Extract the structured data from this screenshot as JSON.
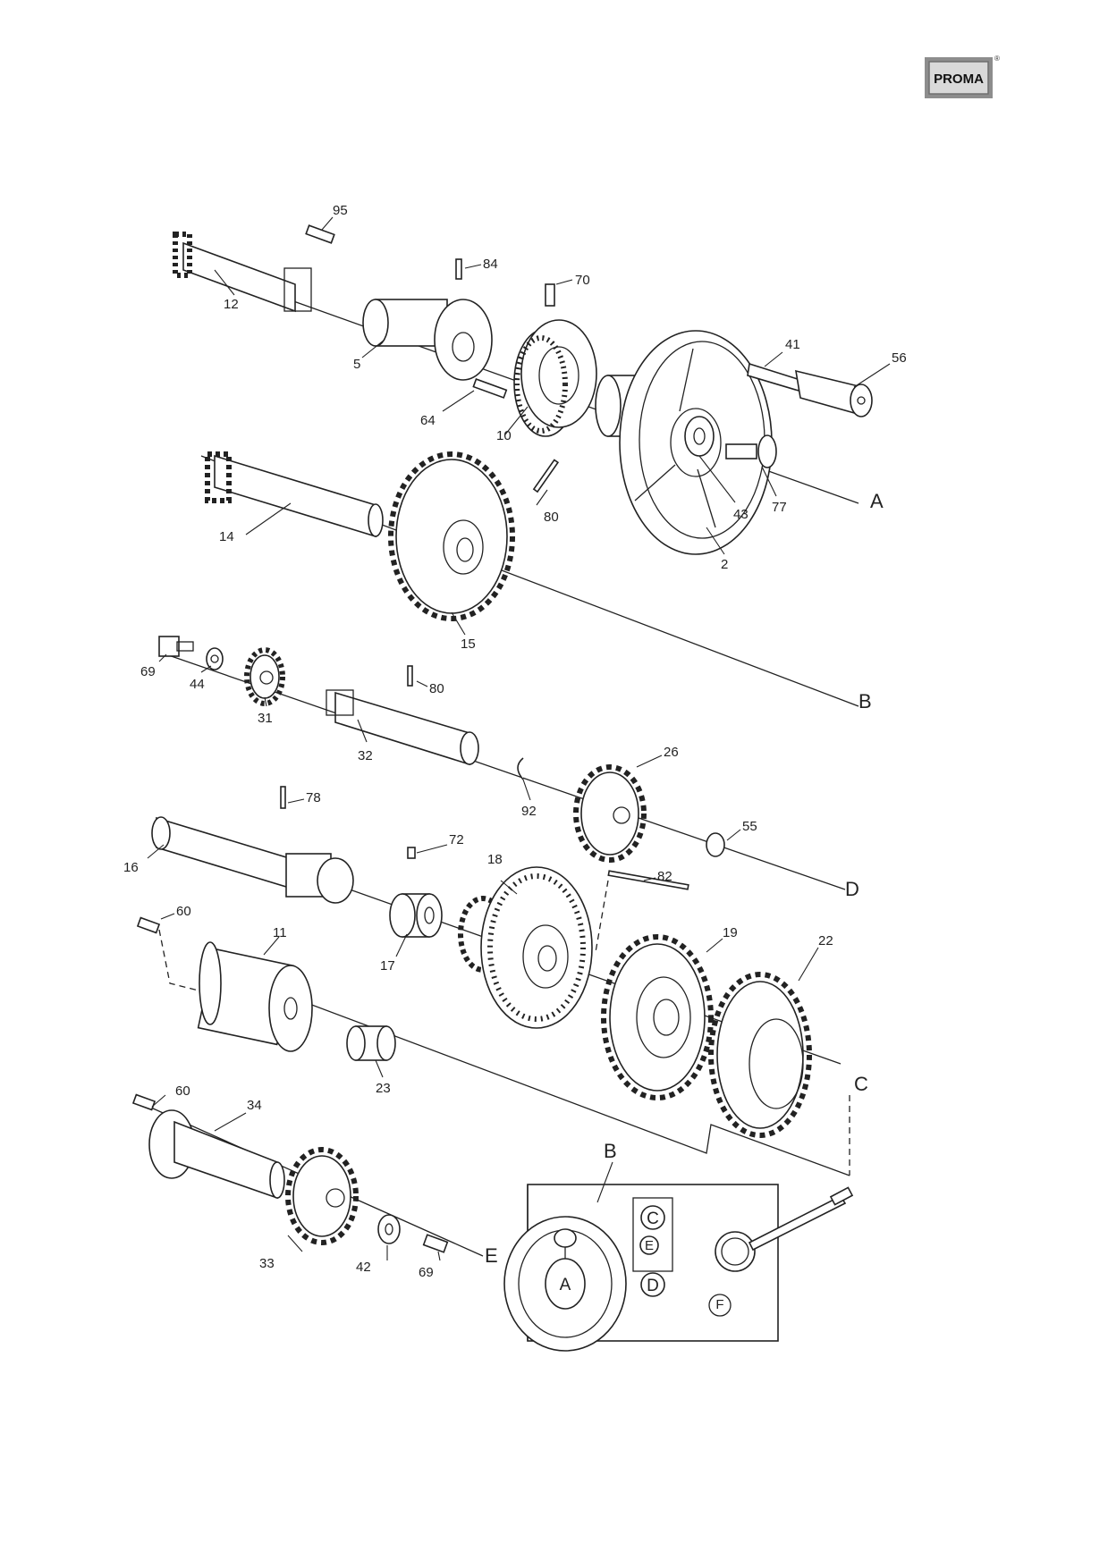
{
  "logo": {
    "text": "PROMA",
    "mark": "®"
  },
  "part_labels": [
    {
      "id": "p95",
      "text": "95"
    },
    {
      "id": "p84",
      "text": "84"
    },
    {
      "id": "p70",
      "text": "70"
    },
    {
      "id": "p41",
      "text": "41"
    },
    {
      "id": "p56",
      "text": "56"
    },
    {
      "id": "p12",
      "text": "12"
    },
    {
      "id": "p5",
      "text": "5"
    },
    {
      "id": "p64",
      "text": "64"
    },
    {
      "id": "p10",
      "text": "10"
    },
    {
      "id": "p43",
      "text": "43"
    },
    {
      "id": "p77",
      "text": "77"
    },
    {
      "id": "p2",
      "text": "2"
    },
    {
      "id": "p80a",
      "text": "80"
    },
    {
      "id": "p14",
      "text": "14"
    },
    {
      "id": "p15",
      "text": "15"
    },
    {
      "id": "p69a",
      "text": "69"
    },
    {
      "id": "p44",
      "text": "44"
    },
    {
      "id": "p31",
      "text": "31"
    },
    {
      "id": "p80b",
      "text": "80"
    },
    {
      "id": "p32",
      "text": "32"
    },
    {
      "id": "p92",
      "text": "92"
    },
    {
      "id": "p26",
      "text": "26"
    },
    {
      "id": "p55",
      "text": "55"
    },
    {
      "id": "p78",
      "text": "78"
    },
    {
      "id": "p16",
      "text": "16"
    },
    {
      "id": "p72",
      "text": "72"
    },
    {
      "id": "p18",
      "text": "18"
    },
    {
      "id": "p82",
      "text": "82"
    },
    {
      "id": "p60a",
      "text": "60"
    },
    {
      "id": "p11",
      "text": "11"
    },
    {
      "id": "p17",
      "text": "17"
    },
    {
      "id": "p19",
      "text": "19"
    },
    {
      "id": "p22",
      "text": "22"
    },
    {
      "id": "p23",
      "text": "23"
    },
    {
      "id": "p60b",
      "text": "60"
    },
    {
      "id": "p34",
      "text": "34"
    },
    {
      "id": "p33",
      "text": "33"
    },
    {
      "id": "p42",
      "text": "42"
    },
    {
      "id": "p69b",
      "text": "69"
    }
  ],
  "axis_letters": [
    {
      "id": "axA",
      "text": "A"
    },
    {
      "id": "axB",
      "text": "B"
    },
    {
      "id": "axD",
      "text": "D"
    },
    {
      "id": "axC",
      "text": "C"
    },
    {
      "id": "axE",
      "text": "E"
    }
  ],
  "panel_letters": [
    {
      "id": "pnB",
      "text": "B"
    },
    {
      "id": "pnC",
      "text": "C"
    },
    {
      "id": "pnE",
      "text": "E"
    },
    {
      "id": "pnD",
      "text": "D"
    },
    {
      "id": "pnA",
      "text": "A"
    }
  ]
}
